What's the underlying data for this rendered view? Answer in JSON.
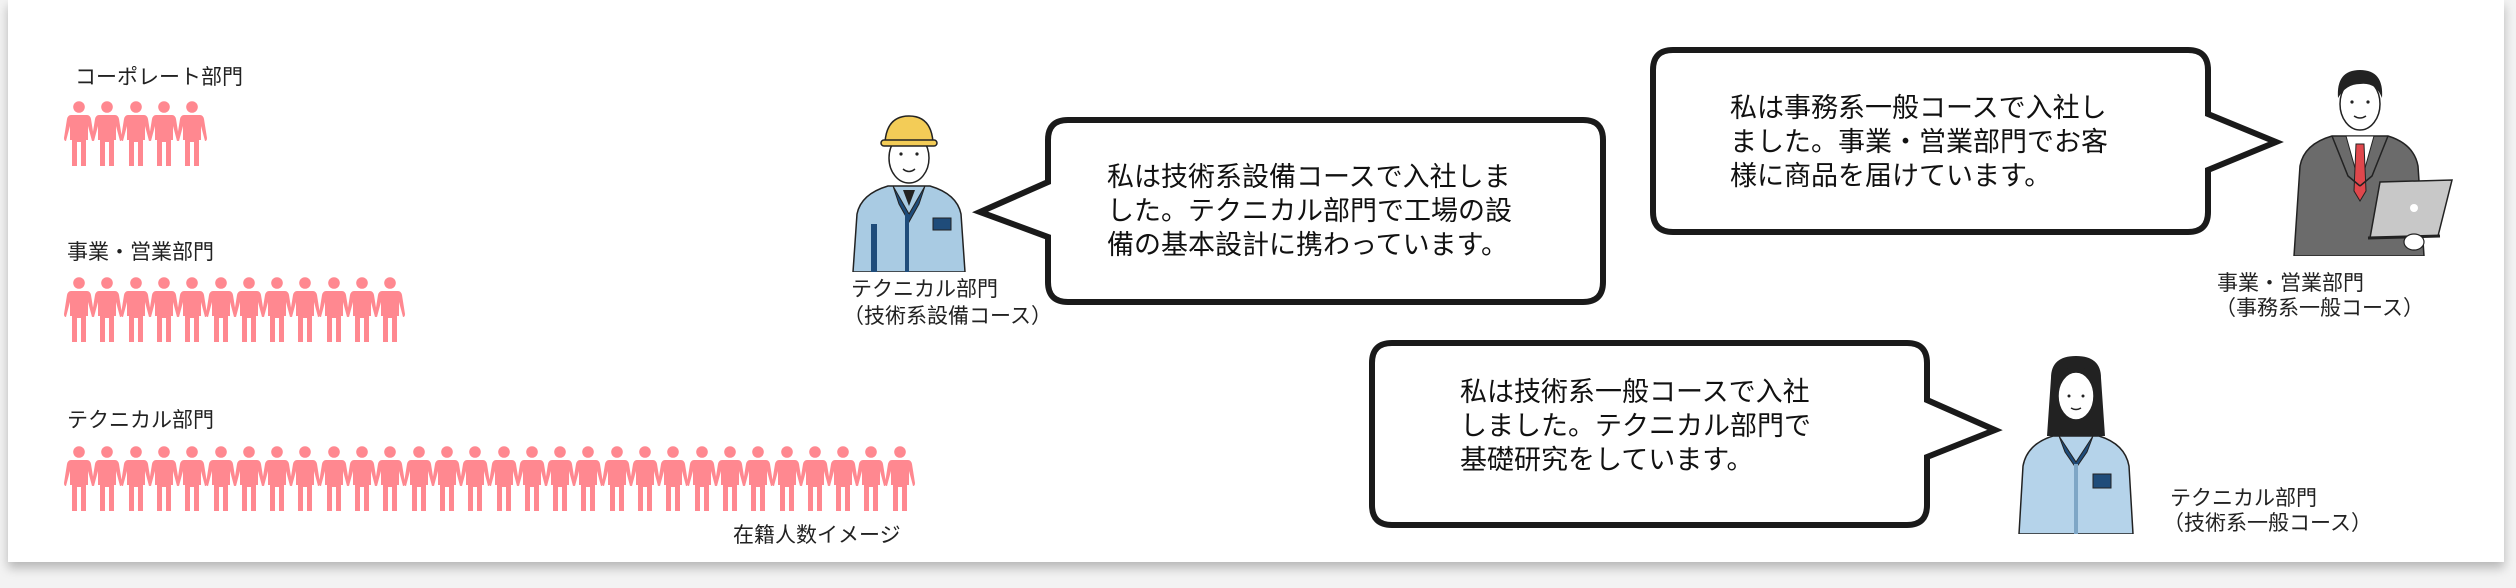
{
  "departments": [
    {
      "label": "コーポレート部門",
      "count": 5
    },
    {
      "label": "事業・営業部門",
      "count": 12
    },
    {
      "label": "テクニカル部門",
      "count": 30
    }
  ],
  "headcount_note": "在籍人数イメージ",
  "figure_color": "#FF8890",
  "testimonials": [
    {
      "lines": [
        "私は技術系設備コースで入社しま",
        "した。テクニカル部門で工場の設",
        "備の基本設計に携わっています。"
      ],
      "caption": [
        "テクニカル部門",
        "（技術系設備コース）"
      ],
      "person_icon": "worker-helmet-icon"
    },
    {
      "lines": [
        "私は事務系一般コースで入社し",
        "ました。事業・営業部門でお客",
        "様に商品を届けています。"
      ],
      "caption": [
        "事業・営業部門",
        "（事務系一般コース）"
      ],
      "person_icon": "businessman-laptop-icon"
    },
    {
      "lines": [
        "私は技術系一般コースで入社",
        "しました。テクニカル部門で",
        "基礎研究をしています。"
      ],
      "caption": [
        "テクニカル部門",
        "（技術系一般コース）"
      ],
      "person_icon": "woman-worker-icon"
    }
  ]
}
